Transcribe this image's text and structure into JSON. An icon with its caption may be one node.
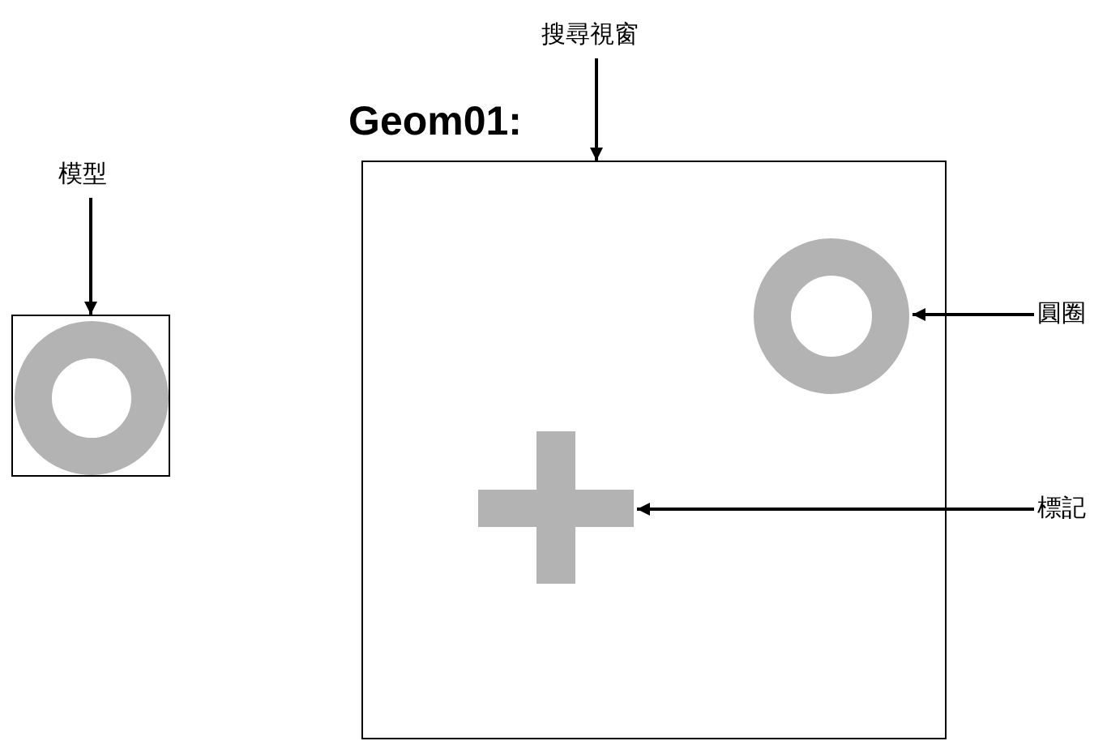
{
  "diagram": {
    "nodes": [
      {
        "text": [
          "模型"
        ]
      },
      {
        "text": [],
        "shape": "box"
      },
      {
        "text": [],
        "shape": "circle",
        "in": 1
      },
      {
        "text": [
          "搜尋視窗"
        ]
      },
      {
        "text": [
          "Geom01:"
        ]
      },
      {
        "text": [],
        "shape": "circle",
        "in": 4
      },
      {
        "text": [],
        "shape": "cross",
        "in": 4
      },
      {
        "text": [
          "圓圈"
        ]
      },
      {
        "text": [
          "標記"
        ]
      }
    ],
    "edges": [
      {
        "from": 0,
        "to": 1,
        "arrow": "to"
      },
      {
        "from": 3,
        "to": 4,
        "arrow": "to"
      },
      {
        "from": 7,
        "to": 5,
        "arrow": "to"
      },
      {
        "from": 8,
        "to": 6,
        "arrow": "to"
      }
    ]
  }
}
